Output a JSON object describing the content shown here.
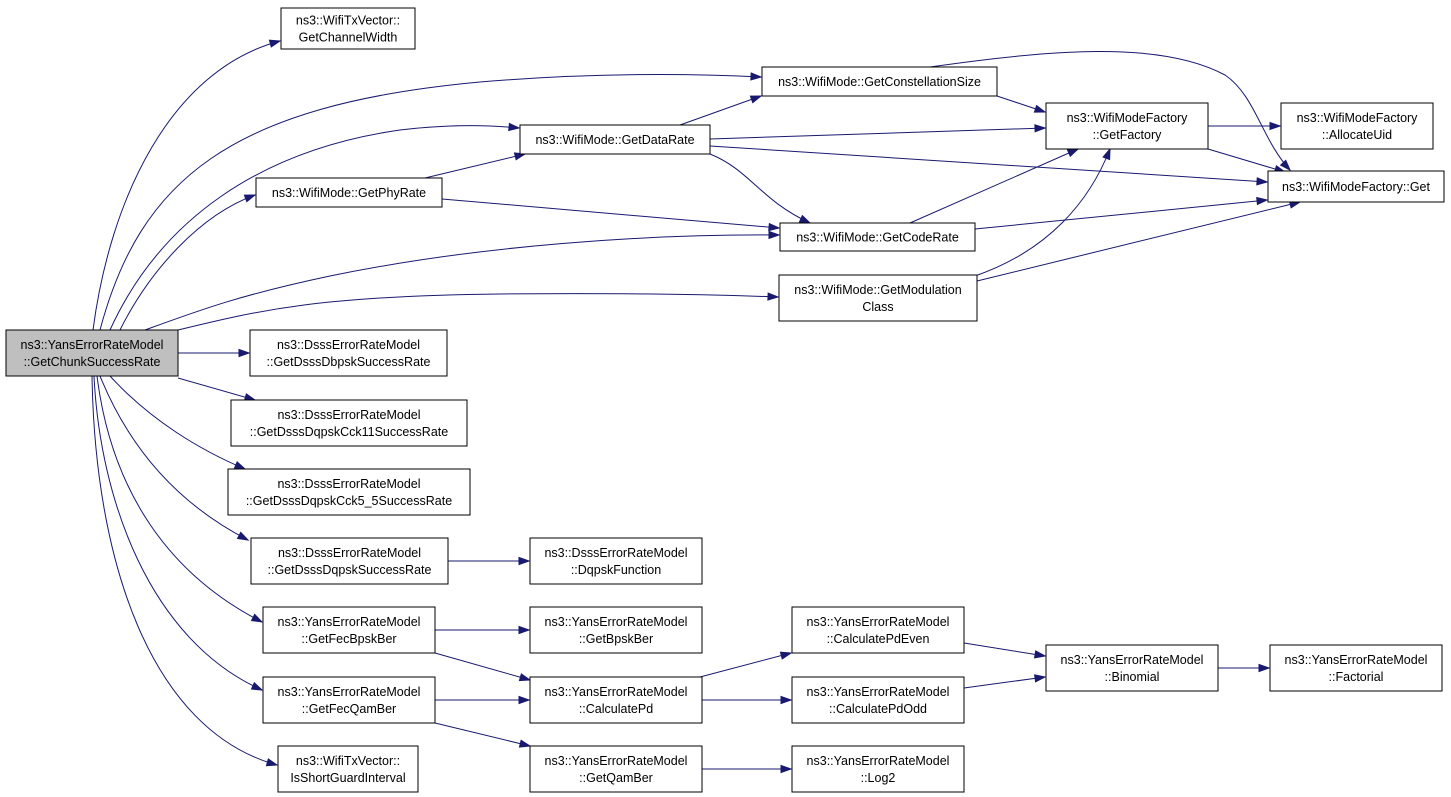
{
  "graph": {
    "root": "ns3::YansErrorRateModel::GetChunkSuccessRate",
    "nodes": [
      {
        "id": "root",
        "lines": [
          "ns3::YansErrorRateModel",
          "::GetChunkSuccessRate"
        ],
        "highlight": true
      },
      {
        "id": "txv_cw",
        "lines": [
          "ns3::WifiTxVector::",
          "GetChannelWidth"
        ]
      },
      {
        "id": "wm_cs",
        "lines": [
          "ns3::WifiMode::GetConstellationSize"
        ]
      },
      {
        "id": "wm_dr",
        "lines": [
          "ns3::WifiMode::GetDataRate"
        ]
      },
      {
        "id": "wm_pr",
        "lines": [
          "ns3::WifiMode::GetPhyRate"
        ]
      },
      {
        "id": "wmf_gf",
        "lines": [
          "ns3::WifiModeFactory",
          "::GetFactory"
        ]
      },
      {
        "id": "wmf_au",
        "lines": [
          "ns3::WifiModeFactory",
          "::AllocateUid"
        ]
      },
      {
        "id": "wmf_get",
        "lines": [
          "ns3::WifiModeFactory::Get"
        ]
      },
      {
        "id": "wm_cr",
        "lines": [
          "ns3::WifiMode::GetCodeRate"
        ]
      },
      {
        "id": "wm_mc",
        "lines": [
          "ns3::WifiMode::GetModulation",
          "Class"
        ]
      },
      {
        "id": "dsss_dbpsk",
        "lines": [
          "ns3::DsssErrorRateModel",
          "::GetDsssDbpskSuccessRate"
        ]
      },
      {
        "id": "dsss_cck11",
        "lines": [
          "ns3::DsssErrorRateModel",
          "::GetDsssDqpskCck11SuccessRate"
        ]
      },
      {
        "id": "dsss_cck55",
        "lines": [
          "ns3::DsssErrorRateModel",
          "::GetDsssDqpskCck5_5SuccessRate"
        ]
      },
      {
        "id": "dsss_dqpsk",
        "lines": [
          "ns3::DsssErrorRateModel",
          "::GetDsssDqpskSuccessRate"
        ]
      },
      {
        "id": "dsss_dqf",
        "lines": [
          "ns3::DsssErrorRateModel",
          "::DqpskFunction"
        ]
      },
      {
        "id": "yans_fecbpsk",
        "lines": [
          "ns3::YansErrorRateModel",
          "::GetFecBpskBer"
        ]
      },
      {
        "id": "yans_bpskber",
        "lines": [
          "ns3::YansErrorRateModel",
          "::GetBpskBer"
        ]
      },
      {
        "id": "yans_cpde",
        "lines": [
          "ns3::YansErrorRateModel",
          "::CalculatePdEven"
        ]
      },
      {
        "id": "yans_binom",
        "lines": [
          "ns3::YansErrorRateModel",
          "::Binomial"
        ]
      },
      {
        "id": "yans_fact",
        "lines": [
          "ns3::YansErrorRateModel",
          "::Factorial"
        ]
      },
      {
        "id": "yans_fecqam",
        "lines": [
          "ns3::YansErrorRateModel",
          "::GetFecQamBer"
        ]
      },
      {
        "id": "yans_cpd",
        "lines": [
          "ns3::YansErrorRateModel",
          "::CalculatePd"
        ]
      },
      {
        "id": "yans_cpdo",
        "lines": [
          "ns3::YansErrorRateModel",
          "::CalculatePdOdd"
        ]
      },
      {
        "id": "txv_sgi",
        "lines": [
          "ns3::WifiTxVector::",
          "IsShortGuardInterval"
        ]
      },
      {
        "id": "yans_qamber",
        "lines": [
          "ns3::YansErrorRateModel",
          "::GetQamBer"
        ]
      },
      {
        "id": "yans_log2",
        "lines": [
          "ns3::YansErrorRateModel",
          "::Log2"
        ]
      }
    ],
    "edges": [
      {
        "from": "root",
        "to": "txv_cw"
      },
      {
        "from": "root",
        "to": "wm_cs"
      },
      {
        "from": "root",
        "to": "wm_dr"
      },
      {
        "from": "root",
        "to": "wm_pr"
      },
      {
        "from": "root",
        "to": "wm_cr"
      },
      {
        "from": "root",
        "to": "wm_mc"
      },
      {
        "from": "root",
        "to": "dsss_dbpsk"
      },
      {
        "from": "root",
        "to": "dsss_cck11"
      },
      {
        "from": "root",
        "to": "dsss_cck55"
      },
      {
        "from": "root",
        "to": "dsss_dqpsk"
      },
      {
        "from": "root",
        "to": "yans_fecbpsk"
      },
      {
        "from": "root",
        "to": "yans_fecqam"
      },
      {
        "from": "root",
        "to": "txv_sgi"
      },
      {
        "from": "wm_cs",
        "to": "wmf_gf"
      },
      {
        "from": "wm_cs",
        "to": "wmf_get"
      },
      {
        "from": "wm_dr",
        "to": "wm_cs"
      },
      {
        "from": "wm_dr",
        "to": "wmf_gf"
      },
      {
        "from": "wm_dr",
        "to": "wmf_get"
      },
      {
        "from": "wm_dr",
        "to": "wm_cr"
      },
      {
        "from": "wm_pr",
        "to": "wm_dr"
      },
      {
        "from": "wm_pr",
        "to": "wm_cr"
      },
      {
        "from": "wmf_gf",
        "to": "wmf_au"
      },
      {
        "from": "wmf_gf",
        "to": "wmf_get"
      },
      {
        "from": "wm_cr",
        "to": "wmf_gf"
      },
      {
        "from": "wm_cr",
        "to": "wmf_get"
      },
      {
        "from": "wm_mc",
        "to": "wmf_gf"
      },
      {
        "from": "wm_mc",
        "to": "wmf_get"
      },
      {
        "from": "dsss_dqpsk",
        "to": "dsss_dqf"
      },
      {
        "from": "yans_fecbpsk",
        "to": "yans_bpskber"
      },
      {
        "from": "yans_fecbpsk",
        "to": "yans_cpd"
      },
      {
        "from": "yans_fecqam",
        "to": "yans_cpd"
      },
      {
        "from": "yans_fecqam",
        "to": "yans_qamber"
      },
      {
        "from": "yans_cpd",
        "to": "yans_cpde"
      },
      {
        "from": "yans_cpd",
        "to": "yans_cpdo"
      },
      {
        "from": "yans_cpde",
        "to": "yans_binom"
      },
      {
        "from": "yans_cpdo",
        "to": "yans_binom"
      },
      {
        "from": "yans_binom",
        "to": "yans_fact"
      },
      {
        "from": "yans_qamber",
        "to": "yans_log2"
      }
    ]
  },
  "colors": {
    "edge": "#191970",
    "node_border": "#000000",
    "node_fill": "#ffffff",
    "root_fill": "#bfbfbf"
  }
}
